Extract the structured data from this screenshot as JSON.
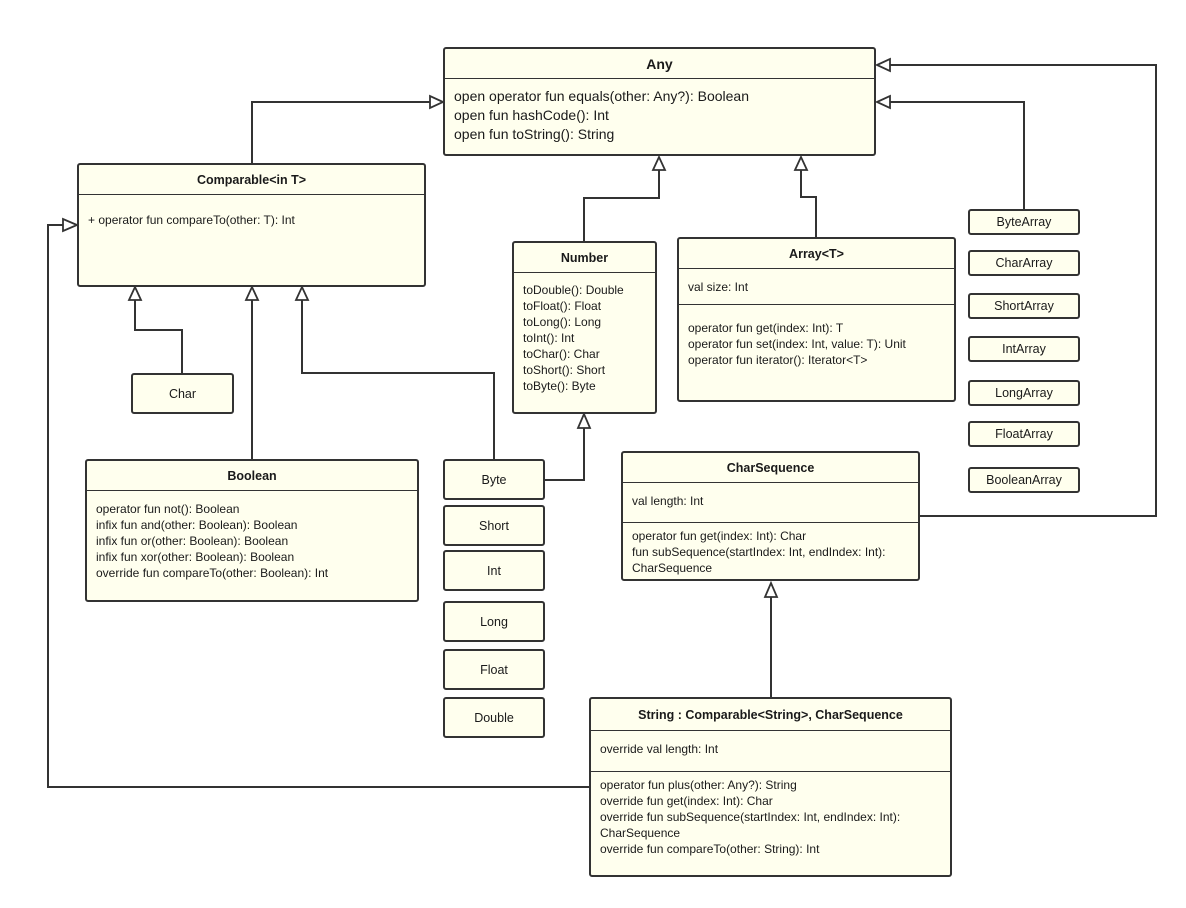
{
  "any": {
    "title": "Any",
    "members": [
      "open operator fun equals(other: Any?): Boolean",
      "open fun hashCode(): Int",
      "open fun toString(): String"
    ]
  },
  "comparable": {
    "title": "Comparable<in T>",
    "members": [
      "+ operator fun compareTo(other: T): Int"
    ]
  },
  "number": {
    "title": "Number",
    "members": [
      "toDouble(): Double",
      "toFloat(): Float",
      "toLong(): Long",
      "toInt(): Int",
      "toChar(): Char",
      "toShort(): Short",
      "toByte(): Byte"
    ]
  },
  "array": {
    "title": "Array<T>",
    "properties": [
      "val size: Int"
    ],
    "methods": [
      "operator fun get(index: Int): T",
      "operator fun set(index: Int, value: T): Unit",
      "operator fun iterator(): Iterator<T>"
    ]
  },
  "char": {
    "title": "Char"
  },
  "boolean": {
    "title": "Boolean",
    "members": [
      "operator fun not(): Boolean",
      "infix fun and(other: Boolean): Boolean",
      "infix fun or(other: Boolean): Boolean",
      "infix fun xor(other: Boolean): Boolean",
      "override fun compareTo(other: Boolean): Int"
    ]
  },
  "charsequence": {
    "title": "CharSequence",
    "properties": [
      "val length: Int"
    ],
    "methods": [
      "operator fun get(index: Int): Char",
      "fun subSequence(startIndex: Int, endIndex: Int):",
      "CharSequence"
    ]
  },
  "string": {
    "title": "String : Comparable<String>, CharSequence",
    "properties": [
      "override val length: Int"
    ],
    "methods": [
      "operator fun plus(other: Any?): String",
      "override fun get(index: Int): Char",
      "override fun subSequence(startIndex: Int, endIndex: Int):",
      "CharSequence",
      "override fun compareTo(other: String): Int"
    ]
  },
  "number_types": [
    "Byte",
    "Short",
    "Int",
    "Long",
    "Float",
    "Double"
  ],
  "array_types": [
    "ByteArray",
    "CharArray",
    "ShortArray",
    "IntArray",
    "LongArray",
    "FloatArray",
    "BooleanArray"
  ]
}
